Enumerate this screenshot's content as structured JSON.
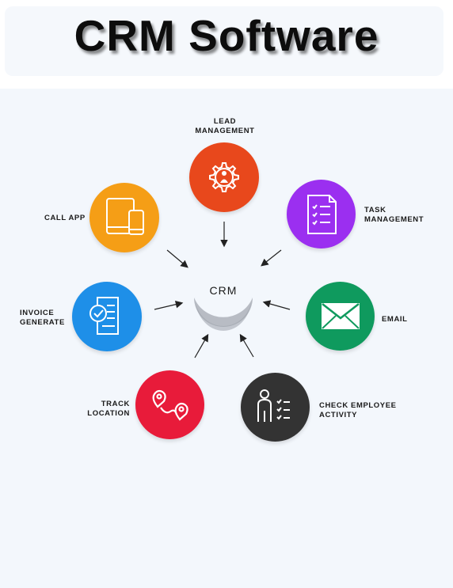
{
  "title": "CRM Software",
  "center": {
    "label": "CRM"
  },
  "nodes": [
    {
      "id": "lead-management",
      "label": "LEAD\nMANAGEMENT",
      "color": "#e8481c",
      "icon": "gear-person-icon"
    },
    {
      "id": "task-management",
      "label": "TASK\nMANAGEMENT",
      "color": "#9b2ff0",
      "icon": "checklist-document-icon"
    },
    {
      "id": "email",
      "label": "EMAIL",
      "color": "#0f9a5e",
      "icon": "envelope-icon"
    },
    {
      "id": "check-employee-activity",
      "label": "CHECK EMPLOYEE\nACTIVITY",
      "color": "#333333",
      "icon": "person-checklist-icon"
    },
    {
      "id": "track-location",
      "label": "TRACK\nLOCATION",
      "color": "#e81b3a",
      "icon": "map-route-icon"
    },
    {
      "id": "invoice-generate",
      "label": "INVOICE\nGENERATE",
      "color": "#1e8fe8",
      "icon": "invoice-check-icon"
    },
    {
      "id": "call-app",
      "label": "CALL APP",
      "color": "#f59e16",
      "icon": "devices-icon"
    }
  ]
}
